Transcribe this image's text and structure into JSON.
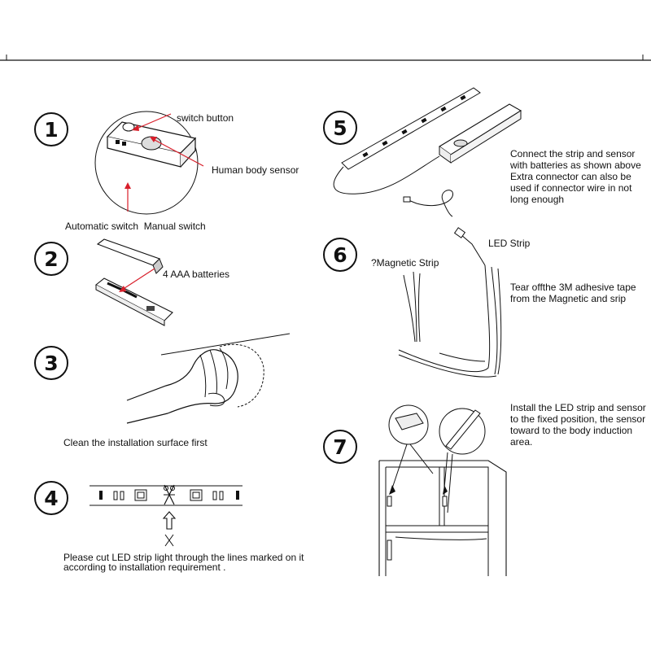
{
  "colors": {
    "line": "#111111",
    "pointer": "#d81e2a",
    "background": "#ffffff"
  },
  "steps": [
    {
      "number": "1",
      "labels": {
        "switch_button": "switch button",
        "sensor": "Human body sensor",
        "switches": "Automatic switch  Manual switch"
      }
    },
    {
      "number": "2",
      "labels": {
        "batteries": "4 AAA batteries"
      }
    },
    {
      "number": "3",
      "caption": "Clean the installation surface first"
    },
    {
      "number": "4",
      "caption_line1": "Please cut LED strip light through the lines marked on it",
      "caption_line2": "according to installation requirement ."
    },
    {
      "number": "5",
      "caption": "Connect the strip and sensor with batteries as shown above Extra connector can also be used if connector wire in not long enough"
    },
    {
      "number": "6",
      "labels": {
        "magnetic": "?Magnetic Strip",
        "led": "LED Strip"
      },
      "caption": "Tear offthe 3M adhesive tape from the Magnetic and srip"
    },
    {
      "number": "7",
      "caption": "Install the LED strip and sensor to the fixed position, the sensor toward to the body induction area."
    }
  ],
  "icons": [
    "scissors-icon",
    "up-arrow-icon",
    "hand-illustration",
    "cabinet-illustration"
  ]
}
